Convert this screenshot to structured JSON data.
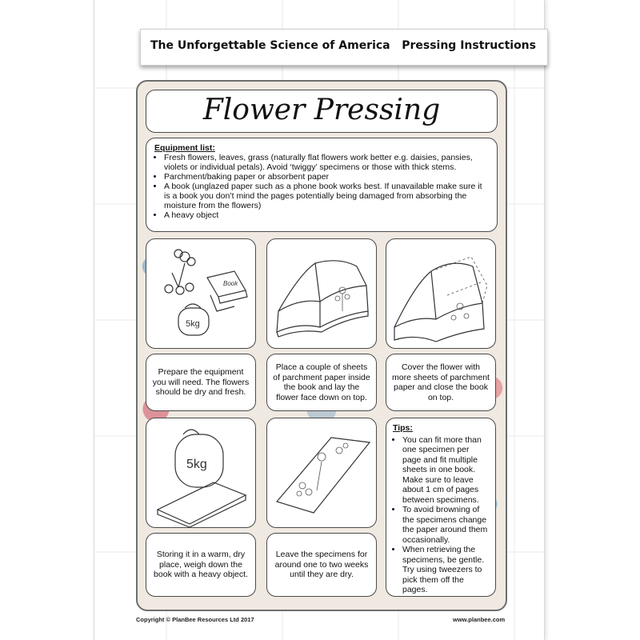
{
  "header": {
    "left_title": "The Unforgettable Science of America",
    "right_title": "Pressing Instructions"
  },
  "title": "Flower Pressing",
  "equipment": {
    "heading": "Equipment list:",
    "items": [
      "Fresh flowers, leaves, grass (naturally flat flowers work better e.g. daisies, pansies, violets or individual petals). Avoid ‘twiggy’ specimens or those with thick stems.",
      "Parchment/baking paper or absorbent paper",
      "A book (unglazed paper such as a phone book works best. If unavailable make sure it is a book you don’t mind the pages potentially being damaged from absorbing the moisture from the flowers)",
      "A heavy object"
    ]
  },
  "steps": [
    {
      "illustration": "equipment-illustration",
      "weight_label": "5kg",
      "book_label": "Book",
      "caption": "Prepare the equipment you will need. The flowers should be dry and fresh."
    },
    {
      "illustration": "open-book-with-flower-illustration",
      "caption": "Place a couple of sheets of parchment paper inside the book and lay the flower face down on top."
    },
    {
      "illustration": "closing-book-illustration",
      "caption": "Cover the flower with more sheets of parchment paper and close the book on top."
    },
    {
      "illustration": "weighted-book-illustration",
      "weight_label": "5kg",
      "caption": "Storing it in a warm, dry place, weigh down the book with a heavy object."
    },
    {
      "illustration": "pressed-flowers-illustration",
      "caption": "Leave the specimens for around one to two weeks until they are dry."
    }
  ],
  "tips": {
    "heading": "Tips:",
    "items": [
      "You can fit more than one specimen per page and fit multiple sheets in one book. Make sure to leave about 1 cm of pages between specimens.",
      "To avoid browning of the specimens change the paper around them occasionally.",
      "When retrieving the specimens, be gentle. Try using tweezers to pick them off the pages."
    ]
  },
  "footer": {
    "copyright": "Copyright © PlanBee Resources Ltd 2017",
    "website": "www.planbee.com"
  }
}
